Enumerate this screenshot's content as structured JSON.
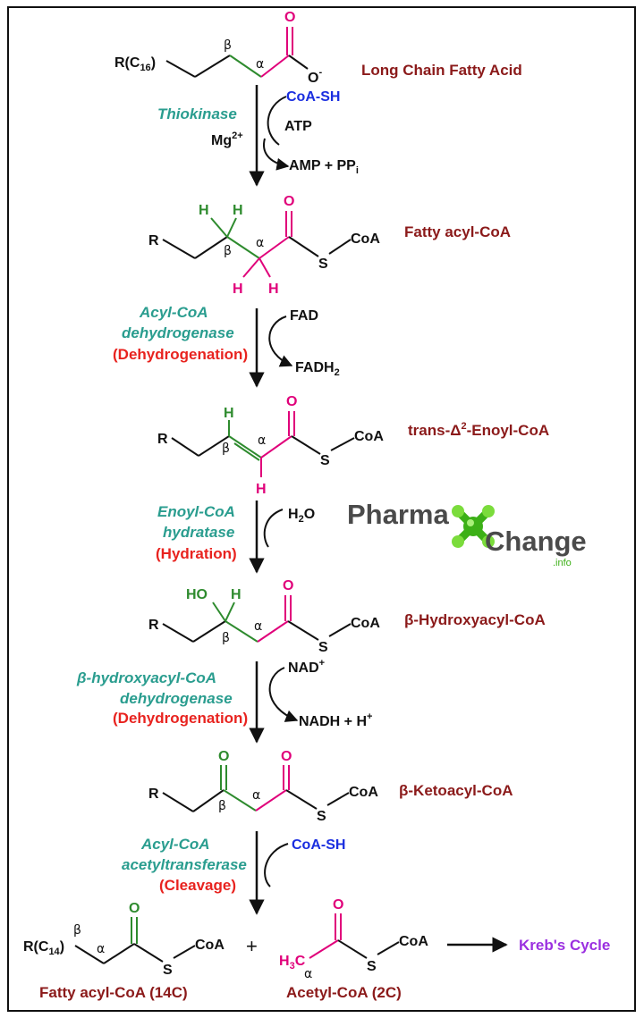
{
  "colors": {
    "black": "#111111",
    "green": "#2e8b2e",
    "magenta": "#e0007a",
    "teal": "#2a9d8f",
    "red": "#e8231f",
    "maroon": "#8b1a1a",
    "blue": "#1a2ee0",
    "purple": "#9b30e0",
    "logo_gray": "#4a4a4a",
    "logo_green": "#3cb017",
    "logo_green_light": "#7bdc3c"
  },
  "compounds": {
    "c1": {
      "name": "Long Chain Fatty Acid",
      "r": "R(C",
      "r_sub": "16",
      "r_close": ")",
      "o": "O",
      "o_minus": "O",
      "charge": "-",
      "beta": "β",
      "alpha": "α"
    },
    "c2": {
      "name": "Fatty acyl-CoA",
      "r": "R",
      "h": "H",
      "o": "O",
      "s": "S",
      "coa": "CoA",
      "beta": "β",
      "alpha": "α"
    },
    "c3": {
      "name_pre": "trans-",
      "name_delta": "Δ",
      "name_sup": "2",
      "name_post": "-Enoyl-CoA",
      "r": "R",
      "h": "H",
      "o": "O",
      "s": "S",
      "coa": "CoA",
      "beta": "β",
      "alpha": "α"
    },
    "c4": {
      "name": "β-Hydroxyacyl-CoA",
      "r": "R",
      "ho": "HO",
      "h": "H",
      "o": "O",
      "s": "S",
      "coa": "CoA",
      "beta": "β",
      "alpha": "α"
    },
    "c5": {
      "name": "β-Ketoacyl-CoA",
      "r": "R",
      "o": "O",
      "s": "S",
      "coa": "CoA",
      "beta": "β",
      "alpha": "α"
    },
    "c6": {
      "name": "Fatty acyl-CoA (14C)",
      "r": "R(C",
      "r_sub": "14",
      "r_close": ")",
      "o": "O",
      "s": "S",
      "coa": "CoA",
      "beta": "β",
      "alpha": "α"
    },
    "c7": {
      "name": "Acetyl-CoA (2C)",
      "h3c": "H",
      "h3c_sub": "3",
      "h3c_c": "C",
      "o": "O",
      "s": "S",
      "coa": "CoA",
      "alpha": "α"
    }
  },
  "plus": "+",
  "kreb": "Kreb's Cycle",
  "steps": [
    {
      "enzyme": [
        "Thiokinase"
      ],
      "process": "",
      "cofactor": "Mg",
      "cofactor_sup": "2+",
      "in_reagents": [
        "CoA-SH",
        "ATP"
      ],
      "out": "AMP + PP",
      "out_sub": "i"
    },
    {
      "enzyme": [
        "Acyl-CoA",
        "dehydrogenase"
      ],
      "process": "(Dehydrogenation)",
      "in": "FAD",
      "out": "FADH",
      "out_sub": "2"
    },
    {
      "enzyme": [
        "Enoyl-CoA",
        "hydratase"
      ],
      "process": "(Hydration)",
      "in": "H",
      "in_sub": "2",
      "in_post": "O"
    },
    {
      "enzyme": [
        "β-hydroxyacyl-CoA",
        "dehydrogenase"
      ],
      "process": "(Dehydrogenation)",
      "in": "NAD",
      "in_sup": "+",
      "out": "NADH + H",
      "out_sup": "+"
    },
    {
      "enzyme": [
        "Acyl-CoA",
        "acetyltransferase"
      ],
      "process": "(Cleavage)",
      "in": "CoA-SH"
    }
  ],
  "logo": {
    "part1": "Pharma",
    "part2": "Change",
    "suffix": ".info"
  }
}
